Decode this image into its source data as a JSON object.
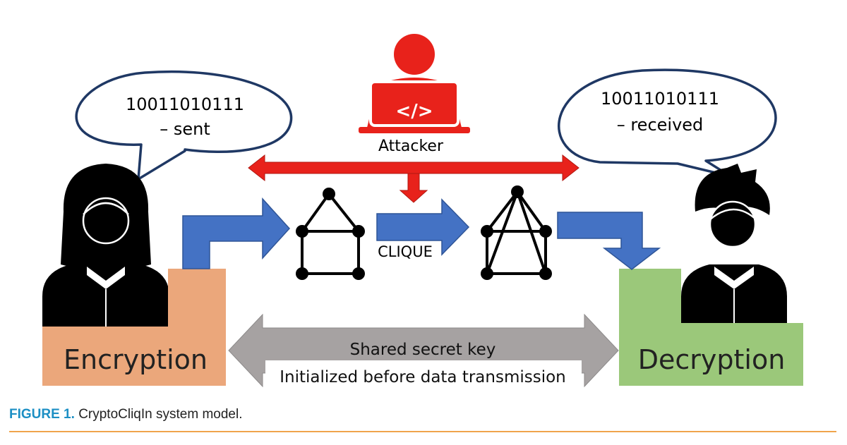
{
  "sender_bubble": {
    "bits": "10011010111",
    "status": "– sent"
  },
  "receiver_bubble": {
    "bits": "10011010111",
    "status": "– received"
  },
  "attacker": {
    "label": "Attacker",
    "icon": "attacker-laptop-icon",
    "code_glyph": "</>"
  },
  "clique_label": "CLIQUE",
  "encryption_label": "Encryption",
  "decryption_label": "Decryption",
  "shared_key": {
    "line1": "Shared secret key",
    "line2": "Initialized before data transmission"
  },
  "caption": {
    "label": "FIGURE 1.",
    "text": "CryptoCliqIn system model."
  },
  "colors": {
    "attacker_red": "#e8221b",
    "flow_blue": "#4472c4",
    "encryption_orange": "#eba77b",
    "decryption_green": "#9bc87a",
    "key_arrow_gray": "#a6a2a2",
    "caption_blue": "#1c8fc4",
    "rule_orange": "#f0a44c"
  }
}
